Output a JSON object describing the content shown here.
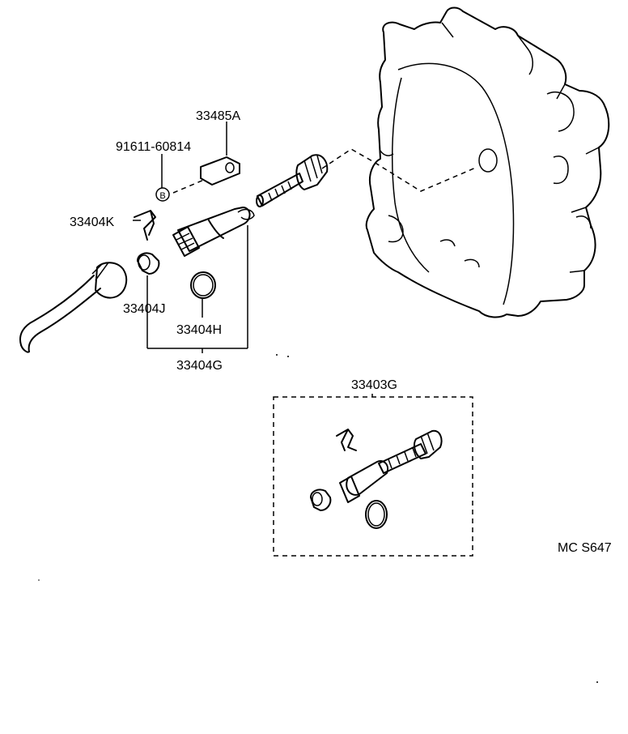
{
  "labels": {
    "p33485A": "33485A",
    "p91611": "91611-60814",
    "p33404K": "33404K",
    "p33404J": "33404J",
    "p33404H": "33404H",
    "p33404G": "33404G",
    "p33403G": "33403G",
    "bolt_marker": "B",
    "figure_code": "MC S647"
  }
}
